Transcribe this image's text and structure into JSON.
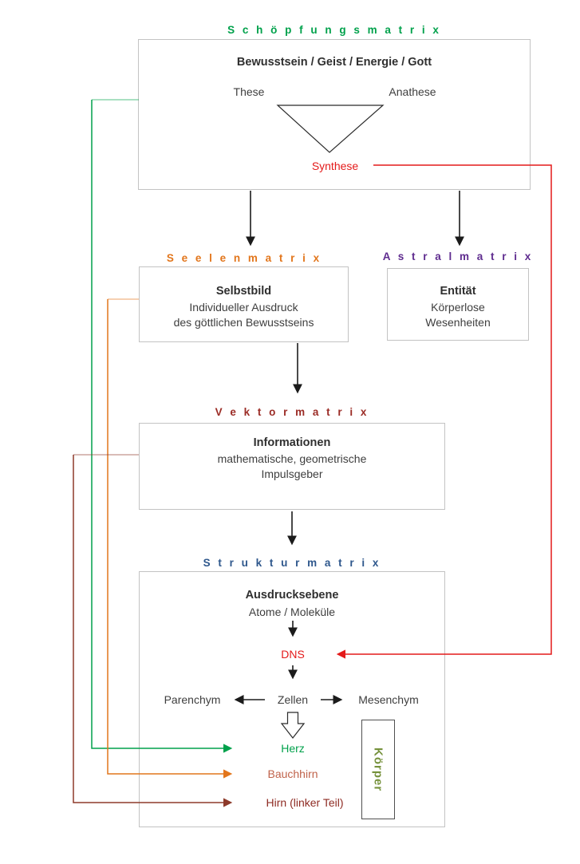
{
  "colors": {
    "green": "#00a14b",
    "orange": "#e2761c",
    "purple": "#5f2c8f",
    "dark_red": "#9b2c26",
    "blue": "#2e578c",
    "red": "#e41a1a",
    "olive": "#76923c",
    "terracotta": "#c0634b",
    "brain_red": "#8e2b23",
    "line_dark_red": "#8d3a2a"
  },
  "sections": {
    "schoepfung": {
      "title": "S c h ö p f u n g s m a t r i x",
      "heading": "Bewusstsein / Geist / Energie / Gott",
      "these": "These",
      "anathese": "Anathese",
      "synthese": "Synthese"
    },
    "seele": {
      "title": "S e e l e n m a t r i x",
      "heading": "Selbstbild",
      "line1": "Individueller Ausdruck",
      "line2": "des göttlichen Bewusstseins"
    },
    "astral": {
      "title": "A s t r a l m a t r i x",
      "heading": "Entität",
      "line1": "Körperlose",
      "line2": "Wesenheiten"
    },
    "vektor": {
      "title": "V e k t o r m a t r i x",
      "heading": "Informationen",
      "line1": "mathematische, geometrische",
      "line2": "Impulsgeber"
    },
    "struktur": {
      "title": "S t r u k t u r m a t r i x",
      "heading": "Ausdrucksebene",
      "line1": "Atome / Moleküle",
      "dns": "DNS",
      "parenchym": "Parenchym",
      "zellen": "Zellen",
      "mesenchym": "Mesenchym",
      "herz": "Herz",
      "bauchhirn": "Bauchhirn",
      "hirn": "Hirn (linker Teil)",
      "koerper": "Körper"
    }
  }
}
